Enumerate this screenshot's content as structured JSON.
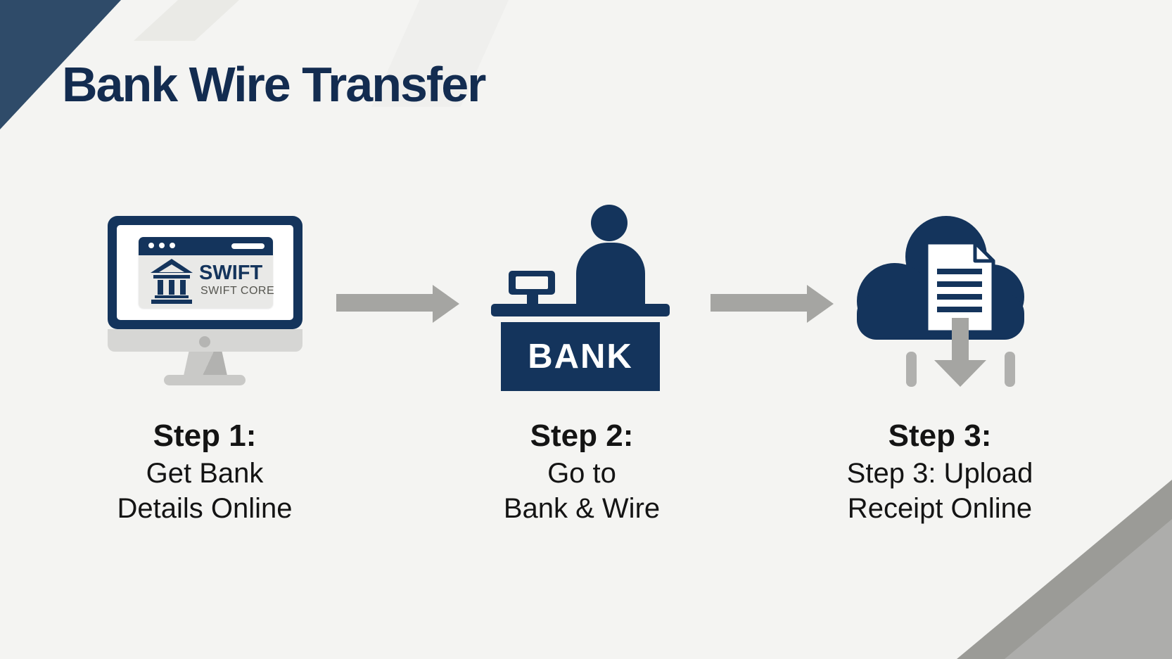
{
  "title": "Bank Wire Transfer",
  "monitor_screen": {
    "brand": "SWIFT",
    "subtitle": "SWIFT CORE"
  },
  "bank_sign": "BANK",
  "steps": [
    {
      "icon": "monitor-swift-icon",
      "heading": "Step 1:",
      "line1": "Get Bank",
      "line2": "Details Online"
    },
    {
      "icon": "bank-teller-icon",
      "heading": "Step 2:",
      "line1": "Go to",
      "line2": "Bank & Wire"
    },
    {
      "icon": "cloud-upload-icon",
      "heading": "Step 3:",
      "line1": "Step 3: Upload",
      "line2": "Receipt Online"
    }
  ],
  "colors": {
    "navy": "#14345c",
    "title_navy": "#132c50",
    "arrow_gray": "#a5a5a2",
    "background": "#f4f4f2",
    "corner_navy": "#2f4b69",
    "corner_gray_stripe": "#9b9b97",
    "corner_gray_fill": "#adadab"
  }
}
